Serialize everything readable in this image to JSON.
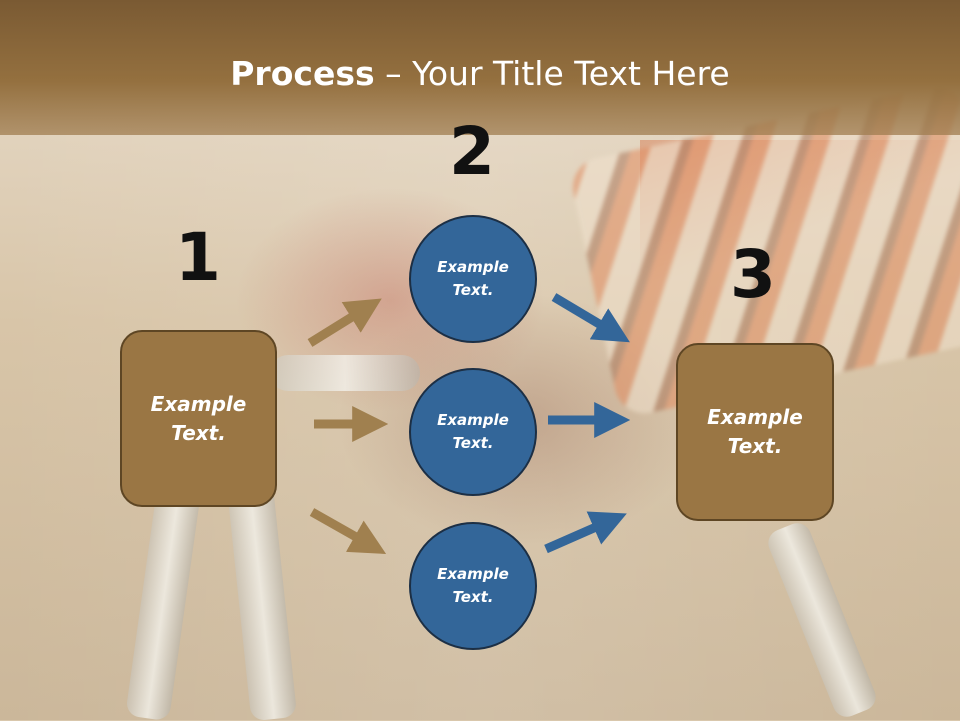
{
  "title": {
    "bold": "Process",
    "rest": " – Your Title Text Here"
  },
  "steps": {
    "one": "1",
    "two": "2",
    "three": "3"
  },
  "nodes": {
    "start": {
      "line1": "Example",
      "line2": "Text."
    },
    "middle": [
      {
        "line1": "Example",
        "line2": "Text."
      },
      {
        "line1": "Example",
        "line2": "Text."
      },
      {
        "line1": "Example",
        "line2": "Text."
      }
    ],
    "end": {
      "line1": "Example",
      "line2": "Text."
    }
  },
  "colors": {
    "box_fill": "#9a7644",
    "circle_fill": "#336699",
    "brown_arrow": "#a0804f",
    "blue_arrow": "#336699"
  }
}
